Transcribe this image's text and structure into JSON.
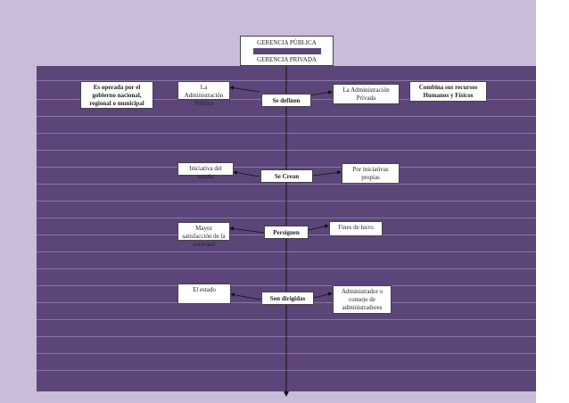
{
  "title": {
    "top": "GERENCIA PÚBLICA",
    "bottom": "GERENCIA PRIVADA"
  },
  "rows": [
    {
      "center": "Se definen",
      "left": "La Administración Pública",
      "right": "La Administración Privada",
      "left_note": "Es operada por el gobierno nacional, regional o municipal",
      "right_note": "Combina sus recursos Humanos y Físicos"
    },
    {
      "center": "Se Crean",
      "left": "Iniciativa del estado",
      "right": "Por iniciativas propias"
    },
    {
      "center": "Persiguen",
      "left": "Mayor satisfacción de la sociedad",
      "right": "Fines de lucro"
    },
    {
      "center": "Son dirigidas",
      "left": "El estado",
      "right": "Administrador o consejo de administradores"
    }
  ],
  "colors": {
    "band": "#5c4579",
    "background": "#c9bcd9"
  }
}
